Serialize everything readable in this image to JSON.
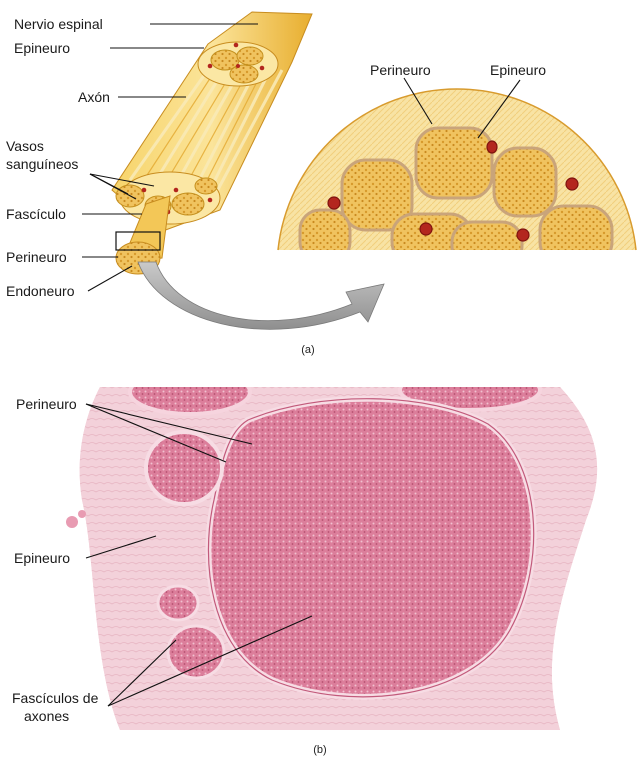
{
  "panel_a": {
    "labels": {
      "nervio_espinal": "Nervio espinal",
      "epineuro": "Epineuro",
      "axon": "Axón",
      "vasos_1": "Vasos",
      "vasos_2": "sanguíneos",
      "fasciculo": "Fascículo",
      "perineuro": "Perineuro",
      "endoneuro": "Endoneuro"
    },
    "zoom_labels": {
      "perineuro": "Perineuro",
      "epineuro": "Epineuro"
    },
    "caption": "(a)"
  },
  "panel_b": {
    "labels": {
      "perineuro": "Perineuro",
      "epineuro": "Epineuro",
      "fasciculos_1": "Fascículos de",
      "fasciculos_2": "axones"
    },
    "caption": "(b)"
  },
  "colors": {
    "nerve_yellow": "#f2c24a",
    "nerve_light": "#fbe6a6",
    "fascicle_fill": "#e9b859",
    "vessel_red": "#b3261e",
    "arrow_gray": "#a9a9a9",
    "tissue_pink": "#e9a7bd",
    "fascicle_pink": "#d7708f"
  }
}
